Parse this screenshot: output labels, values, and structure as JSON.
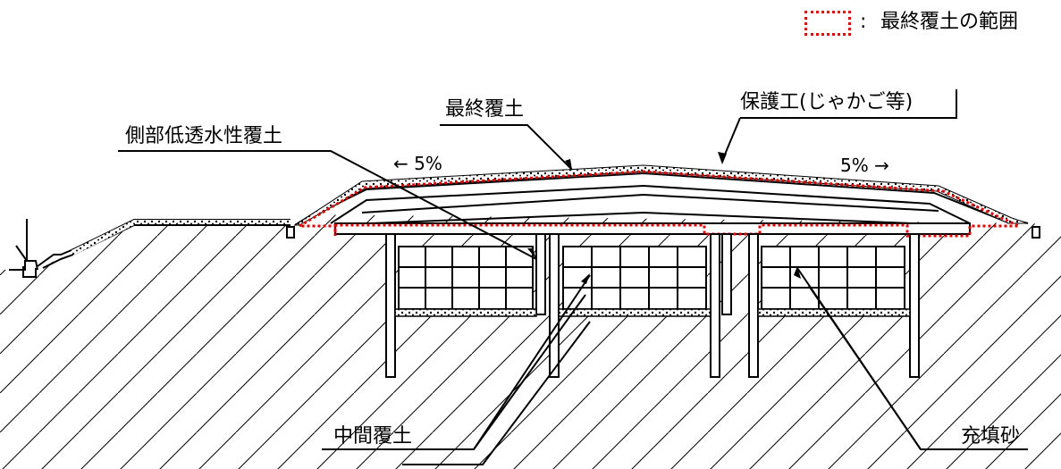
{
  "legend": {
    "separator": ":",
    "label": "最終覆土の範囲",
    "color": "#e00000"
  },
  "labels": {
    "side_cover": "側部低透水性覆土",
    "final_cover": "最終覆土",
    "protection": "保護工(じゃかご等)",
    "intermediate_cover": "中間覆土",
    "filling_sand": "充填砂"
  },
  "slopes": {
    "left": "← 5%",
    "right": "5% →"
  }
}
